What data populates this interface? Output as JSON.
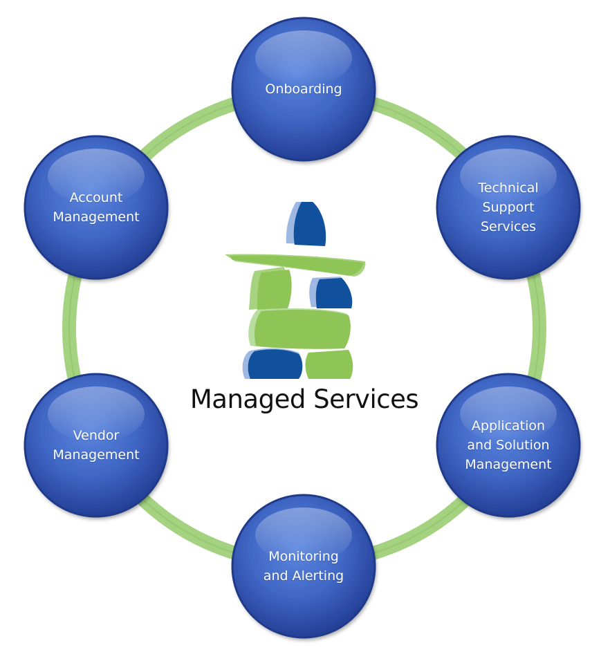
{
  "center": {
    "title": "Managed Services",
    "logo_icon": "inukshuk-icon"
  },
  "nodes": [
    {
      "id": "onboarding",
      "label": "Onboarding"
    },
    {
      "id": "technical-support",
      "label": "Technical\nSupport\nServices"
    },
    {
      "id": "application-solution",
      "label": "Application\nand Solution\nManagement"
    },
    {
      "id": "monitoring-alerting",
      "label": "Monitoring\nand Alerting"
    },
    {
      "id": "vendor-management",
      "label": "Vendor\nManagement"
    },
    {
      "id": "account-management",
      "label": "Account\nManagement"
    }
  ],
  "colors": {
    "node_fill": "#3f66c4",
    "node_dark": "#213f95",
    "ring": "#a4d280",
    "logo_blue": "#10509c",
    "logo_green": "#8fc456"
  }
}
